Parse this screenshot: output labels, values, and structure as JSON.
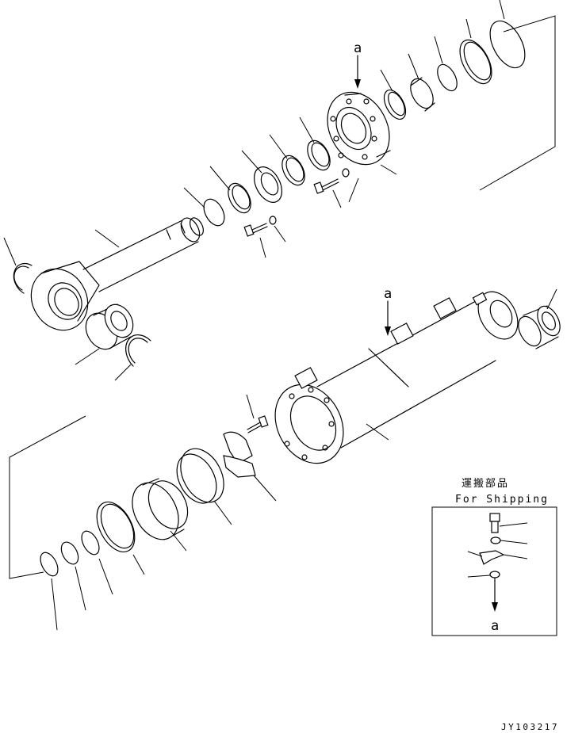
{
  "labels": {
    "mark_top": "a",
    "mark_mid": "a",
    "mark_inset": "a"
  },
  "inset": {
    "title_jp": "運搬部品",
    "title_en": "For Shipping"
  },
  "drawing_code": "JY103217"
}
